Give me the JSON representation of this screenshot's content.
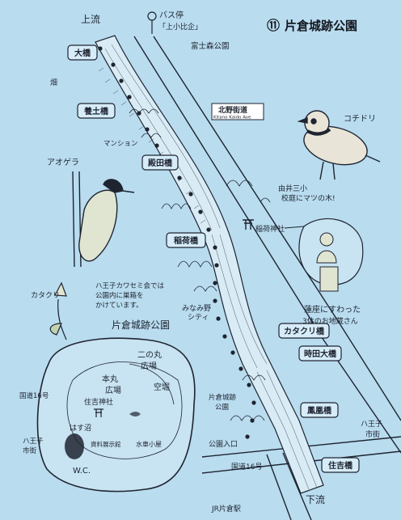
{
  "title": {
    "number": "⑪",
    "text": "片倉城跡公園"
  },
  "labels": {
    "upstream": "上流",
    "downstream": "下流",
    "bus_stop": "バス停",
    "bus_stop_name": "「上小比企」",
    "fujimidai_park": "富士森公園",
    "field_left": "畑",
    "kitano_kaido": "北野街道",
    "kitano_kaido_en": "Kitano Kaido Ave",
    "mansion": "マンション",
    "kochidori": "コチドリ",
    "aogera": "アオゲラ",
    "pine_note_line1": "由井三小",
    "pine_note_line2": "校庭にマツの木!",
    "inari_shrine": "稲荷神社",
    "katakuri_flower": "カタクリ",
    "kawasemi_line1": "ハ王子カワセミ会では",
    "kawasemi_line2": "公園内に巣箱を",
    "kawasemi_line3": "かけています。",
    "katakura_park": "片倉城跡公園",
    "minamino_city_line1": "みなみ野",
    "minamino_city_line2": "シティ",
    "jizo_line1": "蓮座にすわった",
    "jizo_line2": "3体のお地蔵さん",
    "katakura_park_small_line1": "片倉城跡",
    "katakura_park_small_line2": "公園",
    "park_entrance": "公園入口",
    "route16_bottom": "国道16号",
    "hachioji_city_line1": "ハ王子",
    "hachioji_city_line2": "市街",
    "jr_station": "JR片倉駅",
    "ninomaru_line1": "二の丸",
    "ninomaru_line2": "広場",
    "honmaru_line1": "本丸",
    "honmaru_line2": "広場",
    "kuuhori": "空堀",
    "sumiyoshi_shrine": "住吉神社",
    "hasu_pond": "はす沼",
    "wc": "W.C.",
    "park_route16": "国道16号",
    "park_hachioji_line1": "ハ王子",
    "park_hachioji_line2": "市街",
    "park_wooden_bridge": "水車小屋",
    "park_facility": "資料展示館"
  },
  "bridges": [
    "大橋",
    "養土橋",
    "殿田橋",
    "稲荷橋",
    "カタクリ橋",
    "時田大橋",
    "鳳凰橋",
    "住吉橋"
  ]
}
